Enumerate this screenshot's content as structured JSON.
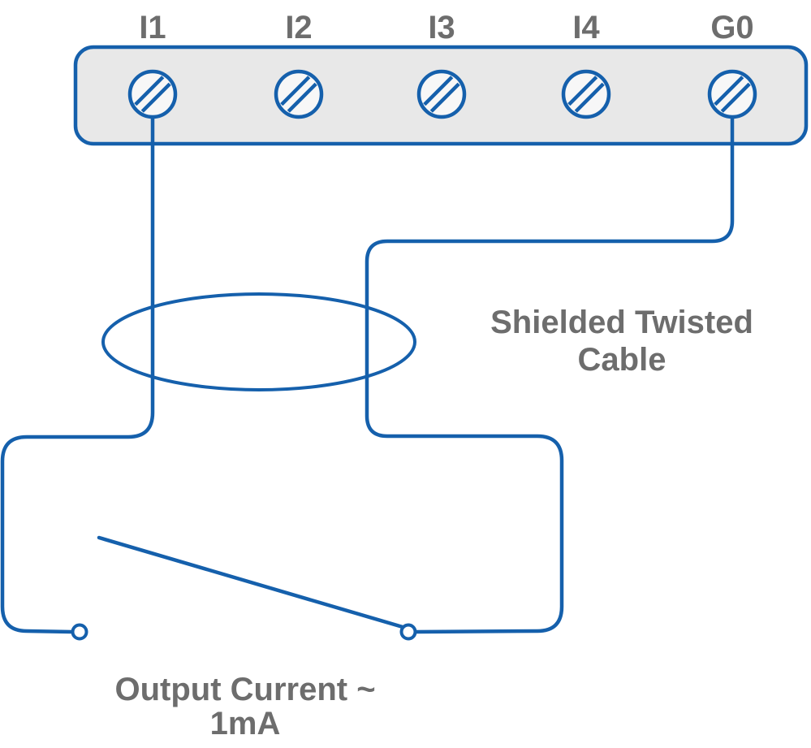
{
  "colors": {
    "blue": "#1560ac",
    "gray": "#6d6d6d",
    "block_fill": "#e8e8e8",
    "screw_fill": "#f7f7f7",
    "background": "#ffffff"
  },
  "terminal_block": {
    "terminals": [
      {
        "label": "I1"
      },
      {
        "label": "I2"
      },
      {
        "label": "I3"
      },
      {
        "label": "I4"
      },
      {
        "label": "G0"
      }
    ]
  },
  "annotations": {
    "cable_label_line1": "Shielded Twisted",
    "cable_label_line2": "Cable",
    "output_label_line1": "Output Current ~",
    "output_label_line2": "1mA"
  }
}
